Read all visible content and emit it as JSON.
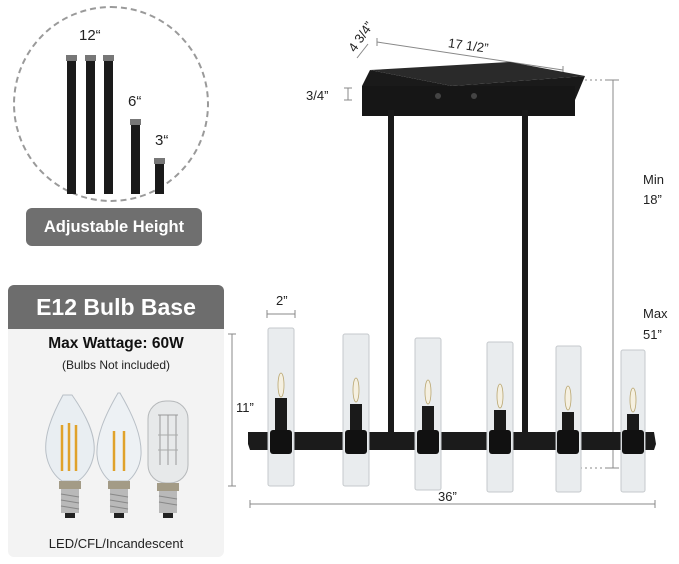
{
  "rods": {
    "label_12": "12“",
    "label_6": "6“",
    "label_3": "3“",
    "adjustable_label": "Adjustable Height"
  },
  "bulb": {
    "header": "E12 Bulb Base",
    "max_wattage": "Max Wattage: 60W",
    "not_included": "(Bulbs Not included)",
    "types": "LED/CFL/Incandescent"
  },
  "dimensions": {
    "canopy_depth": "4 3/4”",
    "canopy_width": "17 1/2”",
    "canopy_height": "3/4”",
    "min_label": "Min",
    "min_value": "18”",
    "max_label": "Max",
    "max_value": "51”",
    "shade_width": "2”",
    "shade_height": "11”",
    "overall_width": "36”"
  },
  "colors": {
    "metal": "#1a1a1a",
    "panel_gray": "#6d6d6d",
    "glass": "#d9dde0"
  }
}
